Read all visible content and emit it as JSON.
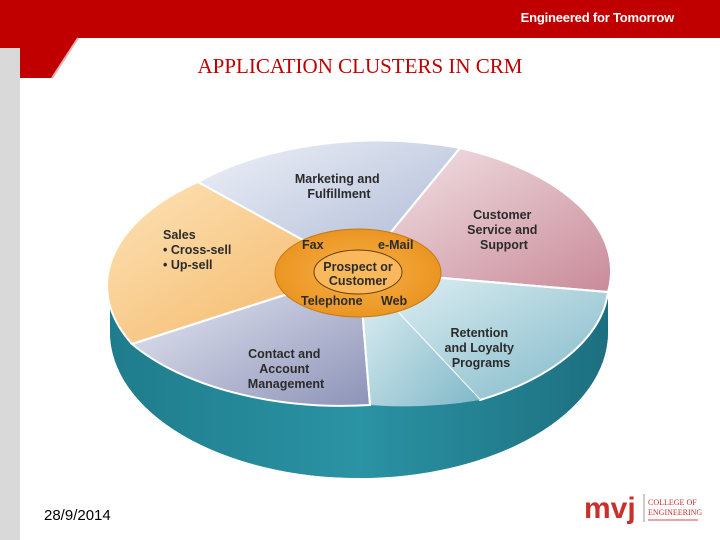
{
  "header": {
    "tagline": "Engineered for Tomorrow",
    "brand_color": "#c00000"
  },
  "slide": {
    "title": "APPLICATION CLUSTERS IN CRM",
    "date": "28/9/2014"
  },
  "diagram": {
    "segments": [
      {
        "lines": [
          "Marketing and",
          "Fulfillment"
        ]
      },
      {
        "lines": [
          "Customer",
          "Service and",
          "Support"
        ]
      },
      {
        "lines": [
          "Retention",
          "and Loyalty",
          "Programs"
        ]
      },
      {
        "lines": [
          "Contact and",
          "Account",
          "Management"
        ]
      },
      {
        "lines": [
          "Sales",
          "• Cross-sell",
          "• Up-sell"
        ]
      }
    ],
    "center": {
      "fax": "Fax",
      "email": "e-Mail",
      "telephone": "Telephone",
      "web": "Web",
      "core_line1": "Prospect or",
      "core_line2": "Customer"
    }
  },
  "logo": {
    "mark": "mvj",
    "line1": "COLLEGE OF",
    "line2": "ENGINEERING"
  }
}
